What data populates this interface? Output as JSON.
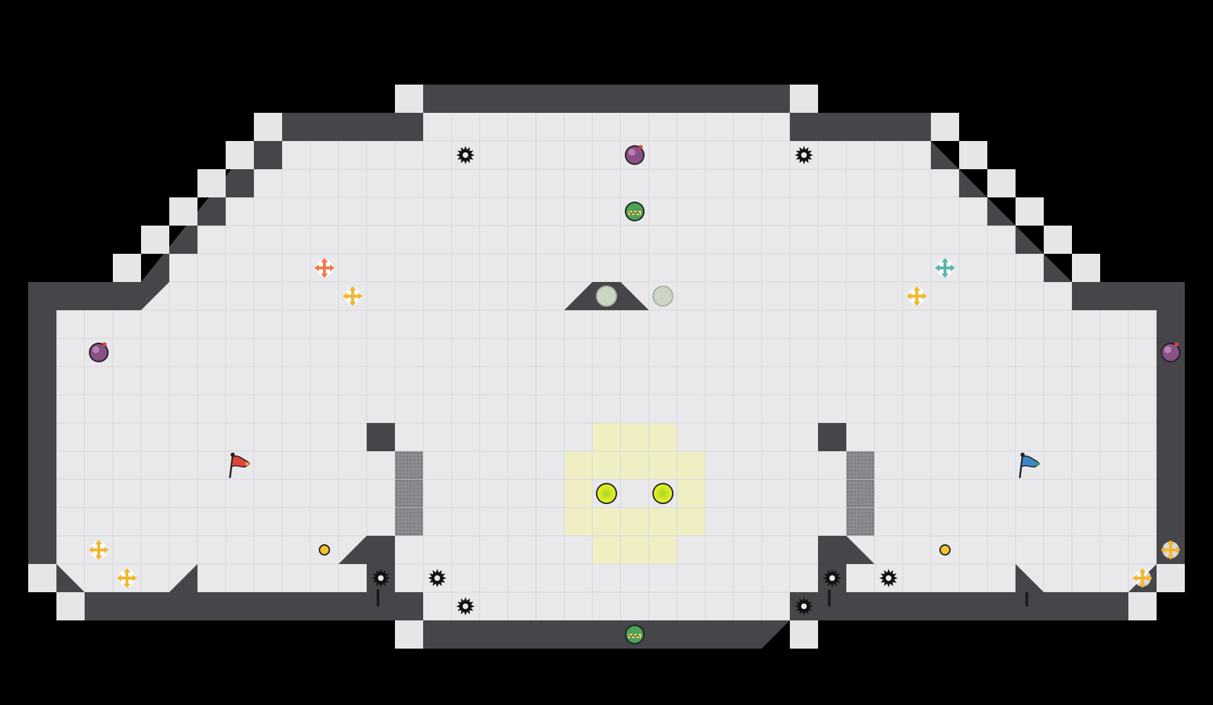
{
  "colors": {
    "background": "#000000",
    "wall": "#46464a",
    "floor": "#e9e9ec",
    "gridline": "#d9d9dd",
    "tileLight": "#f1f1f3",
    "safeZone": "#f0efc4",
    "gate": "#8c8c90",
    "redTeam": "#e0453b",
    "blueTeam": "#3b86c8",
    "bomb": "#8a4f86",
    "boost": "#f2b630",
    "portal": "#d6ec2a",
    "pushRed": "#f07a4a",
    "pushTeal": "#5cb3b0",
    "grip": "#4aa357"
  },
  "icons": {
    "spike": "spike-icon",
    "bomb": "bomb-icon",
    "boost": "speed-boost-icon",
    "portal": "portal-icon",
    "flag": "flag-icon",
    "pushpad": "pushpad-icon",
    "grip": "grip-powerup-icon",
    "button": "button-icon"
  },
  "map": {
    "cols": 41,
    "rows": 19,
    "spikes": [
      [
        14,
        1
      ],
      [
        26,
        1
      ],
      [
        11,
        16
      ],
      [
        13,
        16
      ],
      [
        27,
        16
      ],
      [
        29,
        16
      ],
      [
        14,
        17
      ],
      [
        26,
        17
      ]
    ],
    "bombs": [
      [
        20,
        1
      ],
      [
        1,
        8
      ],
      [
        39,
        8
      ]
    ],
    "grips": [
      [
        20,
        3
      ],
      [
        20,
        18
      ]
    ],
    "boosts": [
      [
        10,
        6
      ],
      [
        30,
        6
      ],
      [
        1,
        15
      ],
      [
        2,
        16
      ],
      [
        38,
        16
      ],
      [
        39,
        15
      ]
    ],
    "pushpads": [
      {
        "cell": [
          9,
          5
        ],
        "team": "red"
      },
      {
        "cell": [
          31,
          5
        ],
        "team": "blue"
      }
    ],
    "neutralButtons": [
      [
        19,
        6
      ],
      [
        21,
        6
      ]
    ],
    "portals": [
      [
        19,
        13
      ],
      [
        21,
        13
      ]
    ],
    "smallButtons": [
      [
        9,
        15
      ],
      [
        31,
        15
      ]
    ],
    "flags": [
      {
        "cell": [
          6,
          12
        ],
        "team": "red"
      },
      {
        "cell": [
          34,
          12
        ],
        "team": "blue"
      }
    ],
    "gates": [
      [
        12,
        12
      ],
      [
        12,
        13
      ],
      [
        12,
        14
      ],
      [
        28,
        12
      ],
      [
        28,
        13
      ],
      [
        28,
        14
      ]
    ],
    "safeZone": [
      [
        19,
        11
      ],
      [
        20,
        11
      ],
      [
        21,
        11
      ],
      [
        18,
        12
      ],
      [
        19,
        12
      ],
      [
        20,
        12
      ],
      [
        21,
        12
      ],
      [
        22,
        12
      ],
      [
        18,
        13
      ],
      [
        22,
        13
      ],
      [
        18,
        14
      ],
      [
        19,
        14
      ],
      [
        20,
        14
      ],
      [
        21,
        14
      ],
      [
        22,
        14
      ],
      [
        19,
        15
      ],
      [
        20,
        15
      ],
      [
        21,
        15
      ]
    ]
  }
}
